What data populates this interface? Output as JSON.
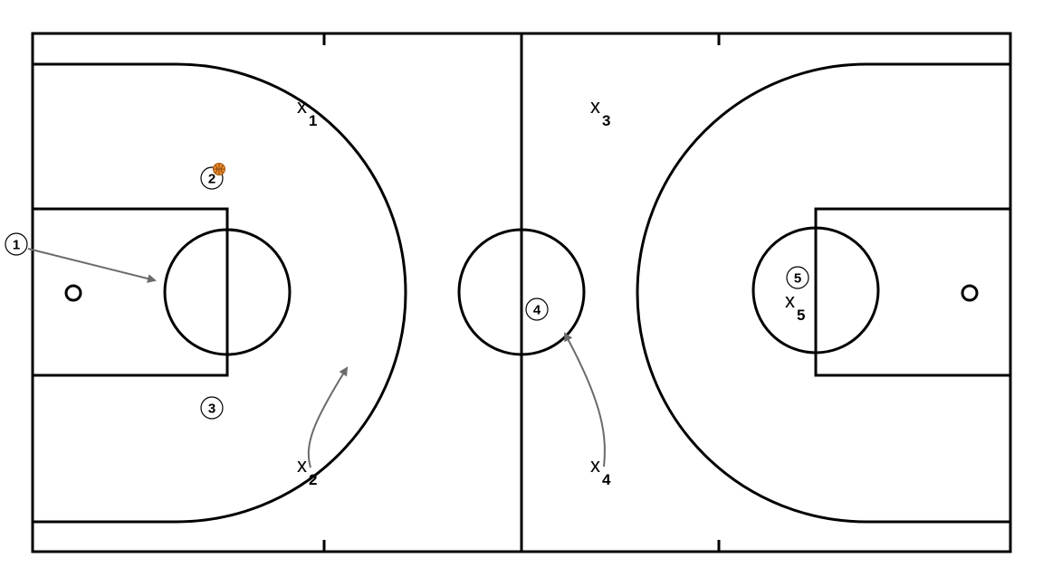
{
  "court": {
    "line_color": "#000000",
    "background": "#ffffff",
    "arrow_color": "#6b6b6b",
    "ball_color": "#e8892a"
  },
  "offense": [
    {
      "label": "1",
      "has_ball": false
    },
    {
      "label": "2",
      "has_ball": true
    },
    {
      "label": "3",
      "has_ball": false
    },
    {
      "label": "4",
      "has_ball": false
    },
    {
      "label": "5",
      "has_ball": false
    }
  ],
  "defense": [
    {
      "label": "x",
      "sub": "1"
    },
    {
      "label": "x",
      "sub": "2"
    },
    {
      "label": "x",
      "sub": "3"
    },
    {
      "label": "x",
      "sub": "4"
    },
    {
      "label": "x",
      "sub": "5"
    }
  ],
  "movements": [
    {
      "from": "offense-1",
      "type": "cut"
    },
    {
      "from": "defense-2",
      "type": "cut"
    },
    {
      "from": "defense-4",
      "type": "cut"
    }
  ]
}
